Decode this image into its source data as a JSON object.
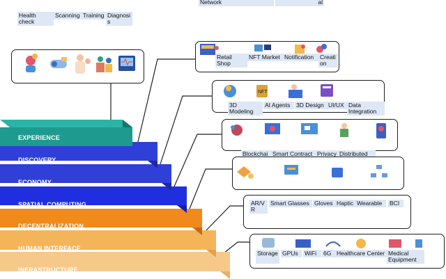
{
  "top_strip": {
    "labels": [
      "Network",
      "",
      "",
      "al"
    ]
  },
  "healthcare_tags": [
    "Health check",
    "Scanning",
    "Training",
    "Diagnosis"
  ],
  "layers": [
    {
      "label": "EXPERIENCE",
      "color": "#1f9a8e"
    },
    {
      "label": "DISCOVERY",
      "color": "#2f3fd8"
    },
    {
      "label": "ECONOMY",
      "color": "#2f3fd8"
    },
    {
      "label": "SPATIAL COMPUTING",
      "color": "#1f2fe0"
    },
    {
      "label": "DECENTRALIZATION",
      "color": "#f08a1c"
    },
    {
      "label": "HUMAN INTERFACE",
      "color": "#f4b45a"
    },
    {
      "label": "INFRASTRUCTURE",
      "color": "#f6c98a"
    }
  ],
  "panel_experience_items": [
    "Retail Shop",
    "NFT Market",
    "Notification",
    "Creation"
  ],
  "panel_discovery_items": [
    "3D Modeling",
    "AI Agents",
    "3D Design",
    "UI/UX",
    "Data Integration"
  ],
  "panel_economy_items": [
    "Blockchain",
    "Smart Contract",
    "Privacy",
    "Distributed Computing"
  ],
  "panel_interface_items": [
    "AR/VR",
    "Smart Glasses",
    "Gloves",
    "Haptic",
    "Wearable",
    "BCI"
  ],
  "panel_infra_items": [
    "Storage",
    "GPUs",
    "WiFi",
    "6G",
    "Healthcare Center",
    "Medical Equipment"
  ]
}
